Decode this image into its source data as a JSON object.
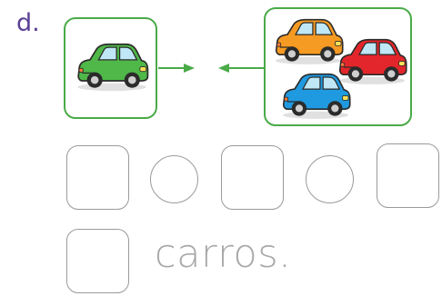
{
  "exercise": {
    "letter": "d.",
    "answer_word": "carros."
  },
  "images": {
    "group_left": {
      "count": 1,
      "cars": [
        "green"
      ]
    },
    "group_right": {
      "count": 3,
      "cars": [
        "orange",
        "red",
        "blue"
      ]
    }
  },
  "colors": {
    "accent_green": "#4aaa48",
    "letter": "#5a3f95",
    "box_border": "#9a9a9a",
    "text_gray": "#a8a8a8",
    "car_green": "#4fb848",
    "car_orange": "#f59a22",
    "car_red": "#e3262b",
    "car_blue": "#1f9ae0"
  },
  "icons": {
    "car": "car-icon",
    "arrow_right": "arrow-right-icon",
    "arrow_left": "arrow-left-icon"
  },
  "answer_slots": {
    "row1": [
      "box",
      "circle",
      "box",
      "circle",
      "box"
    ],
    "row2": [
      "box"
    ]
  }
}
